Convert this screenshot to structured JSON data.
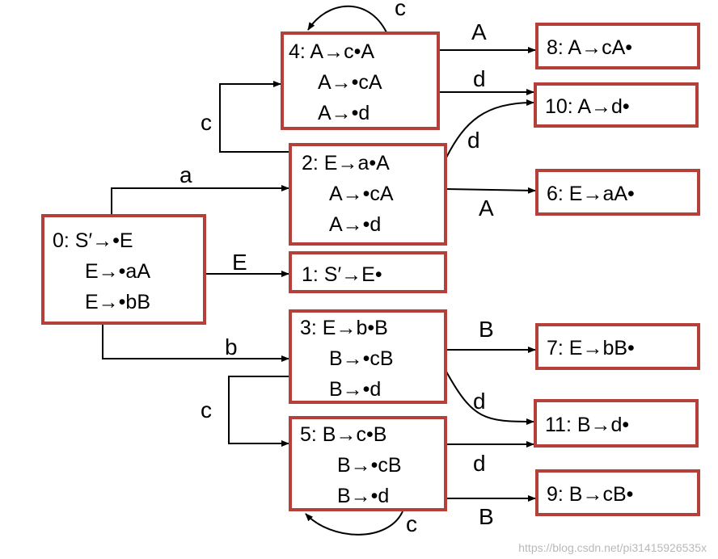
{
  "states": [
    {
      "id": "s0",
      "lines": [
        "0: S′→•E",
        "E→•aA",
        "E→•bB"
      ]
    },
    {
      "id": "s1",
      "lines": [
        "1: S′→E•"
      ]
    },
    {
      "id": "s2",
      "lines": [
        "2: E→a•A",
        "A→•cA",
        "A→•d"
      ]
    },
    {
      "id": "s3",
      "lines": [
        "3: E→b•B",
        "B→•cB",
        "B→•d"
      ]
    },
    {
      "id": "s4",
      "lines": [
        "4: A→c•A",
        "A→•cA",
        "A→•d"
      ]
    },
    {
      "id": "s5",
      "lines": [
        "5:  B→c•B",
        "B→•cB",
        "B→•d"
      ]
    },
    {
      "id": "s6",
      "lines": [
        "6:  E→aA•"
      ]
    },
    {
      "id": "s7",
      "lines": [
        "7:  E→bB•"
      ]
    },
    {
      "id": "s8",
      "lines": [
        "8:  A→cA•"
      ]
    },
    {
      "id": "s9",
      "lines": [
        "9:  B→cB•"
      ]
    },
    {
      "id": "s10",
      "lines": [
        "10:  A→d•"
      ]
    },
    {
      "id": "s11",
      "lines": [
        "11:  B→d•"
      ]
    }
  ],
  "transitions": [
    {
      "from": "0",
      "to": "2",
      "label": "a"
    },
    {
      "from": "0",
      "to": "1",
      "label": "E"
    },
    {
      "from": "0",
      "to": "3",
      "label": "b"
    },
    {
      "from": "2",
      "to": "4",
      "label": "c"
    },
    {
      "from": "2",
      "to": "10",
      "label": "d"
    },
    {
      "from": "2",
      "to": "6",
      "label": "A"
    },
    {
      "from": "4",
      "to": "4",
      "label": "c"
    },
    {
      "from": "4",
      "to": "8",
      "label": "A"
    },
    {
      "from": "4",
      "to": "10",
      "label": "d"
    },
    {
      "from": "3",
      "to": "7",
      "label": "B"
    },
    {
      "from": "3",
      "to": "11",
      "label": "d"
    },
    {
      "from": "3",
      "to": "5",
      "label": "c"
    },
    {
      "from": "5",
      "to": "11",
      "label": "d"
    },
    {
      "from": "5",
      "to": "9",
      "label": "B"
    },
    {
      "from": "5",
      "to": "5",
      "label": "c"
    }
  ],
  "watermark": "https://blog.csdn.net/pi31415926535x"
}
